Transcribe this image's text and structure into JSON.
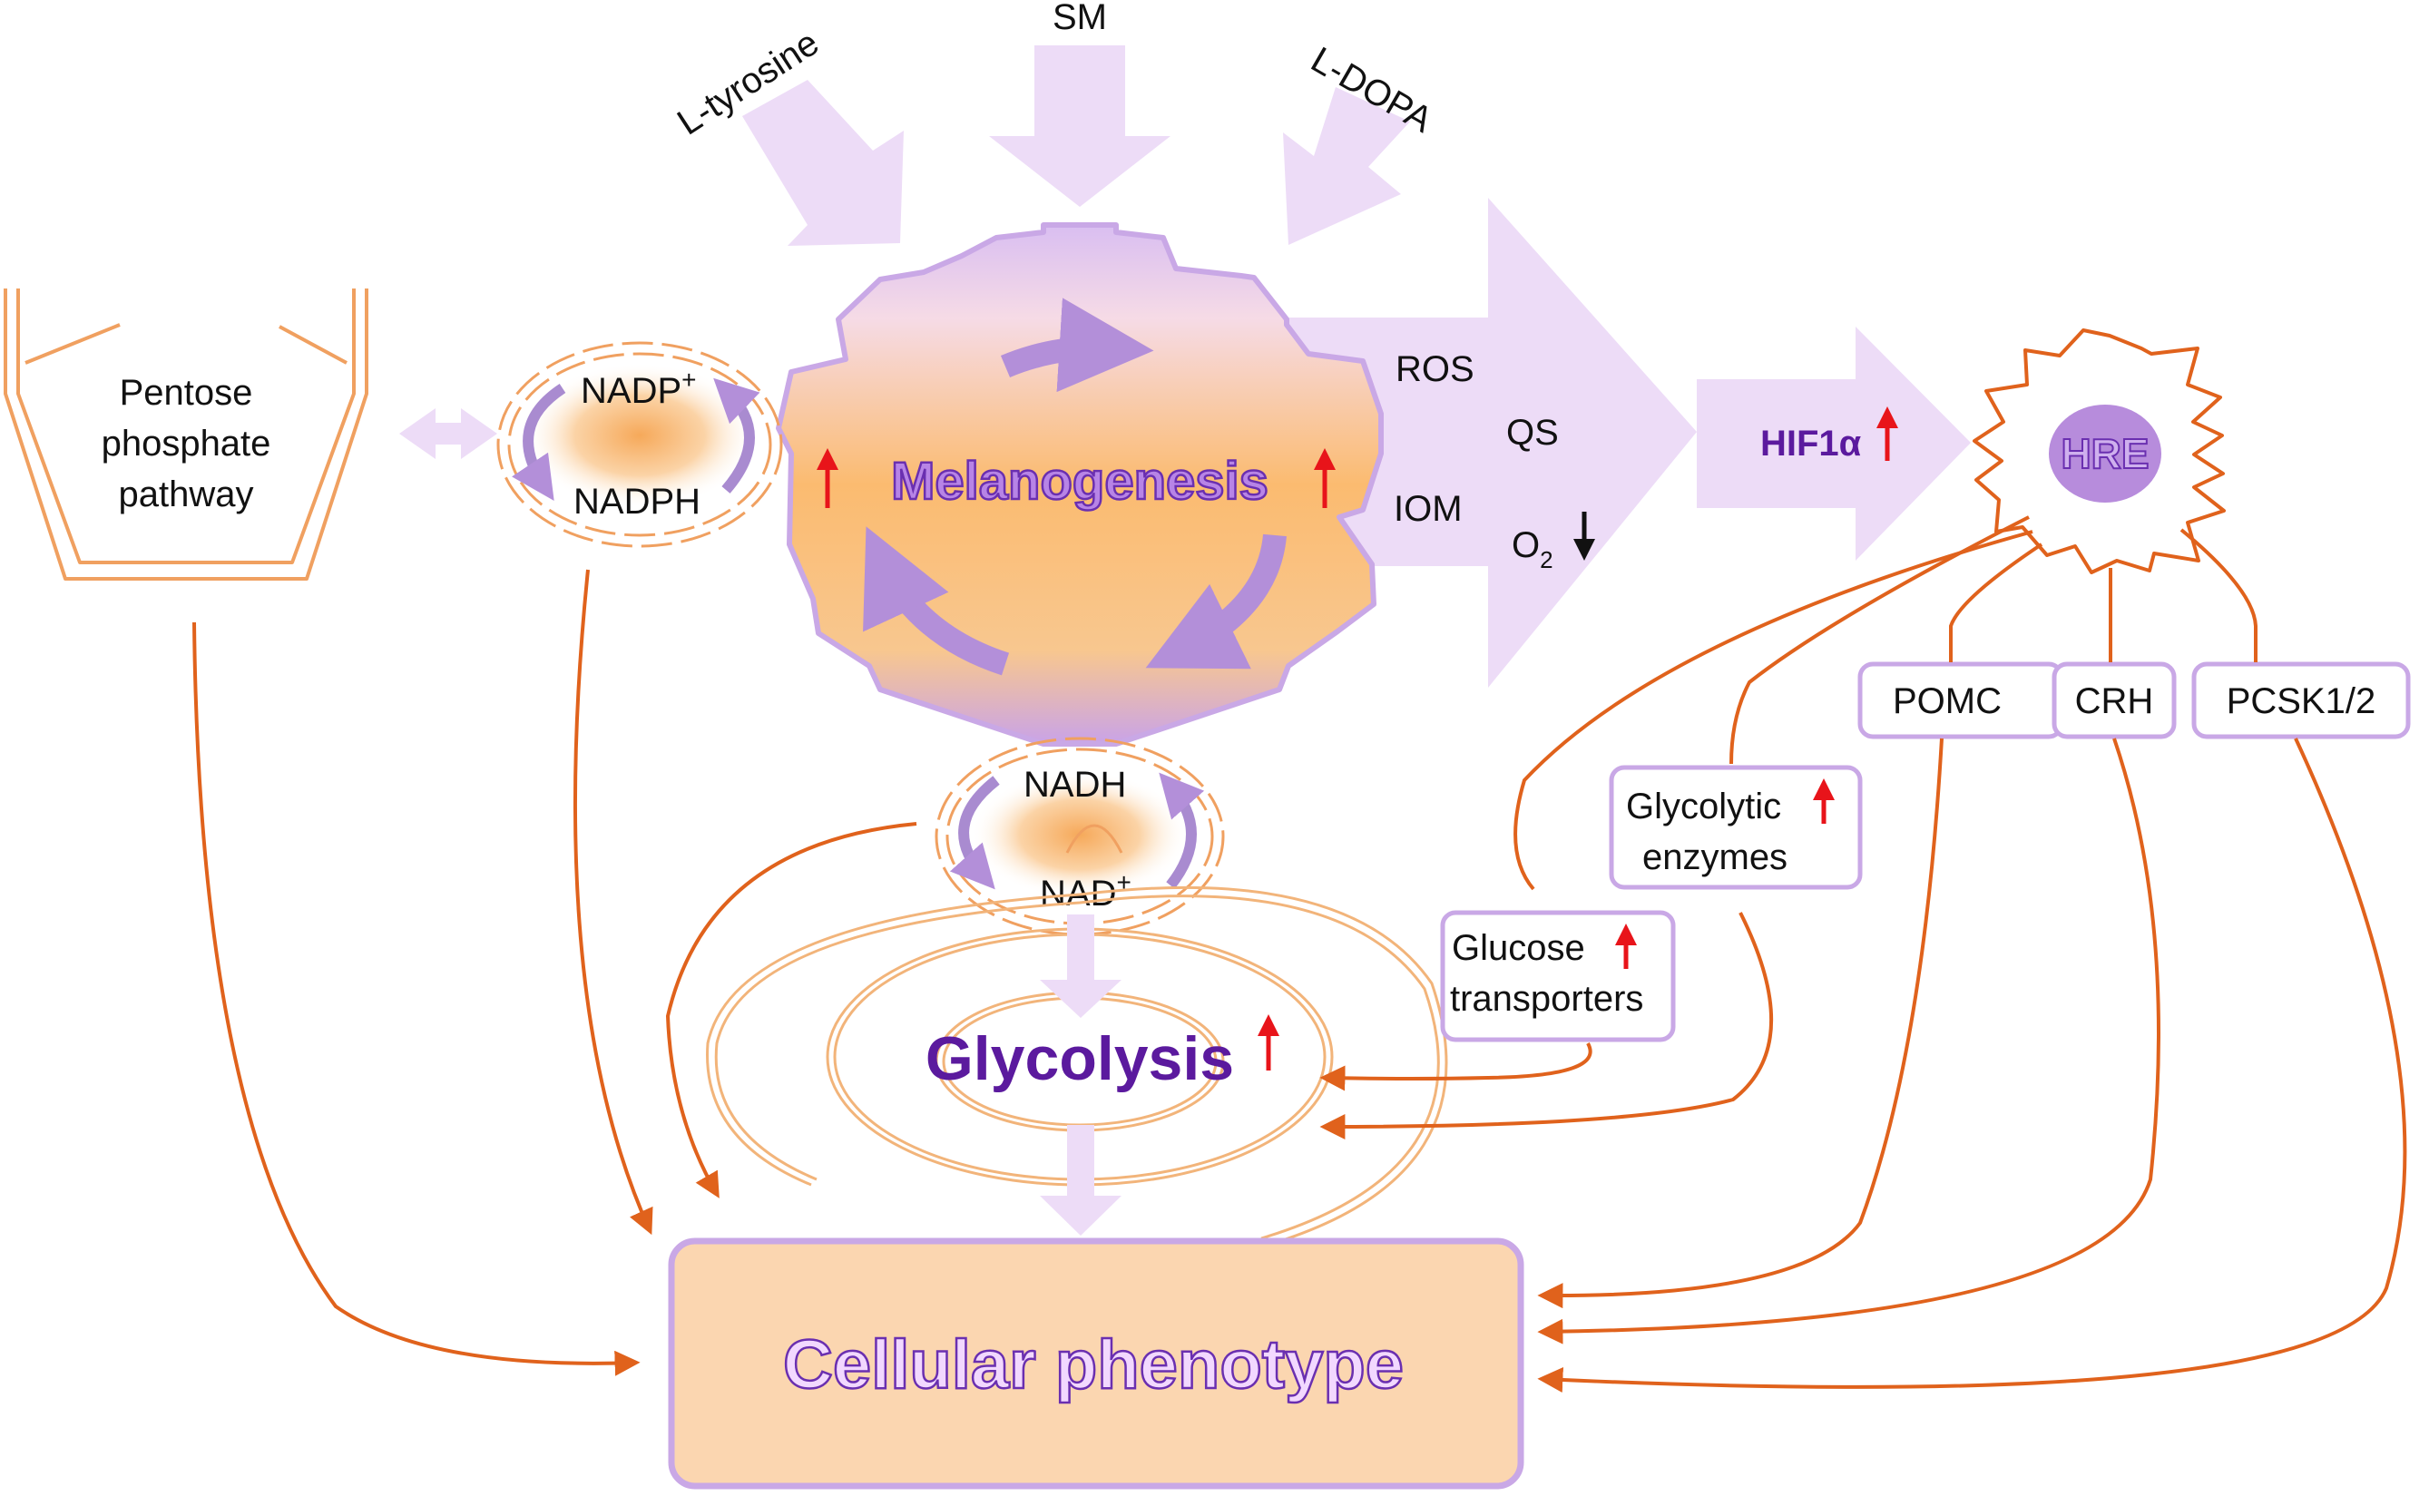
{
  "inputs": {
    "l_tyrosine": "L-tyrosine",
    "sm": "SM",
    "l_dopa": "L-DOPA"
  },
  "gear": {
    "title": "Melanogenesis"
  },
  "byproducts": {
    "ros": "ROS",
    "qs": "QS",
    "iom": "IOM",
    "o2_base": "O",
    "o2_sub": "2"
  },
  "hif": {
    "label": "HIF1α"
  },
  "hre": {
    "label": "HRE"
  },
  "pentose": {
    "line1": "Pentose",
    "line2": "phosphate",
    "line3": "pathway"
  },
  "nadp_cycle": {
    "top": "NADP",
    "top_sup": "+",
    "bottom": "NADPH"
  },
  "nad_cycle": {
    "top": "NADH",
    "bottom": "NAD",
    "bottom_sup": "+"
  },
  "glycolysis": {
    "label": "Glycolysis"
  },
  "genes": {
    "pomc": "POMC",
    "crh": "CRH",
    "pcsk": "PCSK1/2"
  },
  "boxes": {
    "glycolytic_line1": "Glycolytic",
    "glycolytic_line2": "enzymes",
    "glucose_line1": "Glucose",
    "glucose_line2": "transporters"
  },
  "phenotype": {
    "label": "Cellular phenotype"
  },
  "colors": {
    "lavender_arrow": "#eddcf7",
    "purple_stroke": "#c9a8e6",
    "dark_purple_text": "#5b1a9e",
    "orange_line": "#e0621c",
    "light_orange_fill": "#fbd6b0",
    "red_arrow": "#e8141a"
  }
}
